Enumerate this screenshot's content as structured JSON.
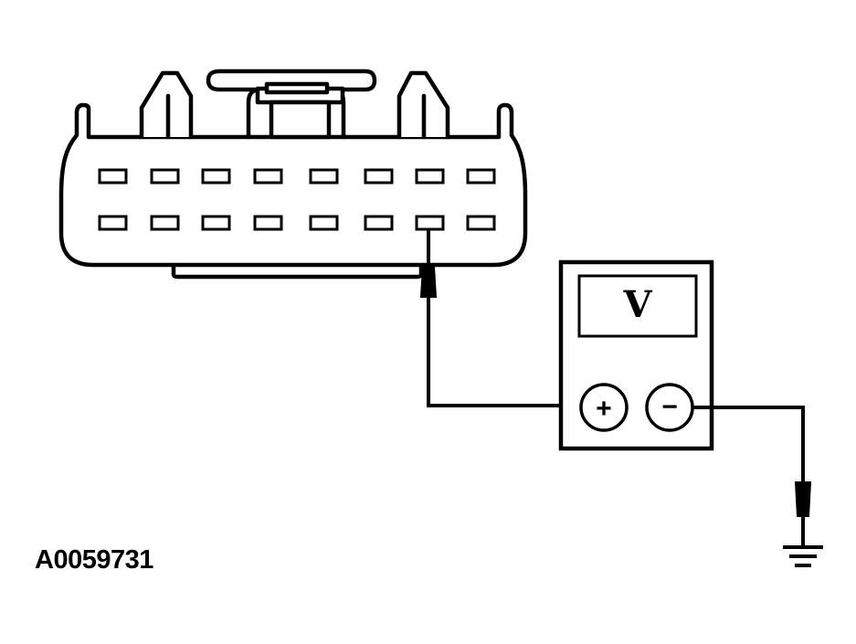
{
  "figure_id": "A0059731",
  "meter": {
    "display_symbol": "V",
    "positive_symbol": "+",
    "negative_symbol": "−"
  },
  "connector": {
    "rows": 2,
    "pins_per_row": 8,
    "probed_pin": {
      "row": 2,
      "column": 7
    }
  },
  "colors": {
    "stroke": "#000000",
    "background": "#ffffff"
  }
}
